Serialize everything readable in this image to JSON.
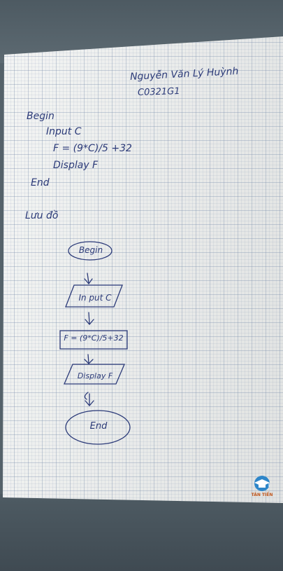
{
  "header": {
    "name": "Nguyễn Văn Lý Huỳnh",
    "class_code": "C0321G1"
  },
  "pseudocode": [
    "Begin",
    "Input C",
    "F = (9*C)/5 +32",
    "Display F",
    "End"
  ],
  "flowchart_label": "Lưu đồ",
  "flowchart": {
    "start": "Begin",
    "input": "In put C",
    "process": "F = (9*C)/5+32",
    "output": "Display F",
    "end": "End"
  },
  "watermark": {
    "text": "TÂN TIẾN",
    "colors": {
      "circle": "#2e86c9",
      "text": "#c2571c"
    }
  },
  "colors": {
    "ink": "#2b3a78",
    "paper": "#eef0ef",
    "grid": "#788caa"
  }
}
